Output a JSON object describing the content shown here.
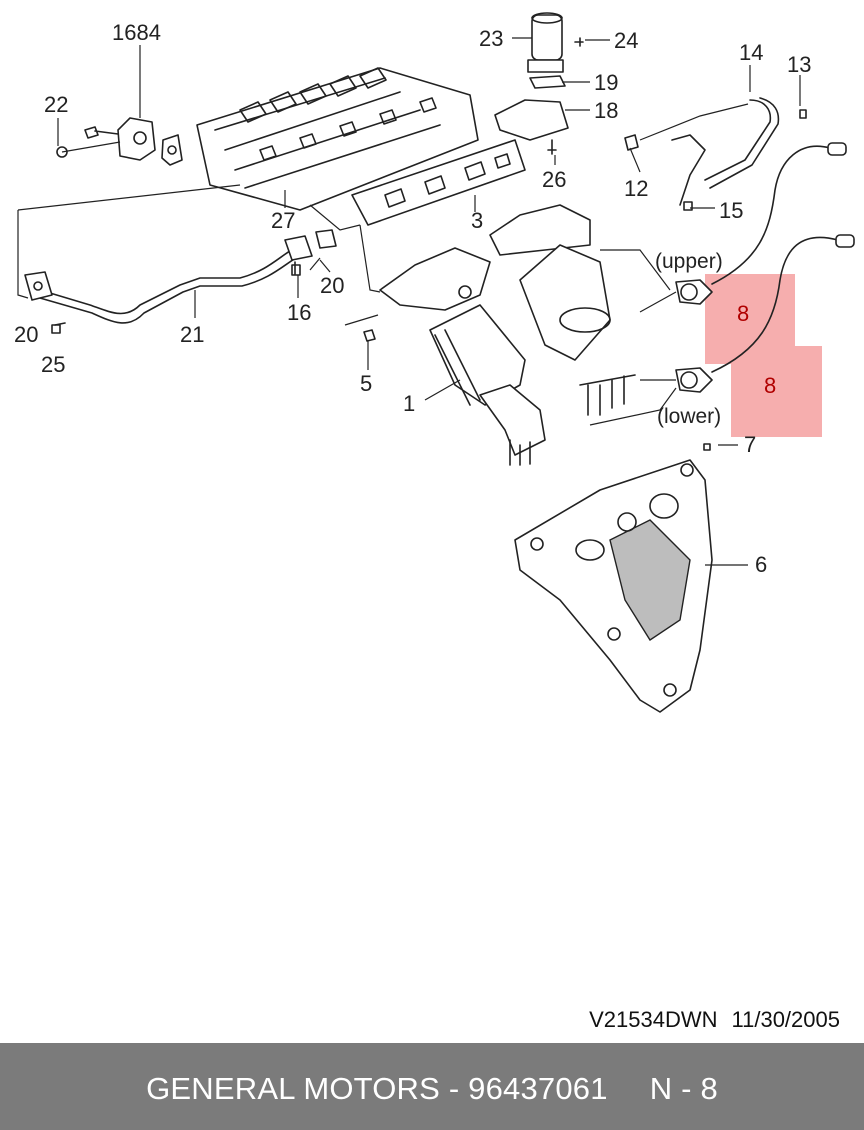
{
  "callouts": {
    "p1684": "1684",
    "p22": "22",
    "p23": "23",
    "p24": "24",
    "p14": "14",
    "p13": "13",
    "p19": "19",
    "p18": "18",
    "p26": "26",
    "p12": "12",
    "p15": "15",
    "p27": "27",
    "p3": "3",
    "p20a": "20",
    "p20b": "20",
    "p16": "16",
    "p21": "21",
    "p25": "25",
    "p5": "5",
    "p1": "1",
    "p8_upper": "8",
    "p8_lower": "8",
    "p7": "7",
    "p6": "6",
    "upper": "(upper)",
    "lower": "(lower)"
  },
  "highlight_color": "#f4a0a0",
  "doc": {
    "code": "V21534DWN",
    "date": "11/30/2005"
  },
  "footer": {
    "brand_part": "GENERAL MOTORS - 96437061",
    "page": "N - 8",
    "background": "#7b7b7b"
  }
}
